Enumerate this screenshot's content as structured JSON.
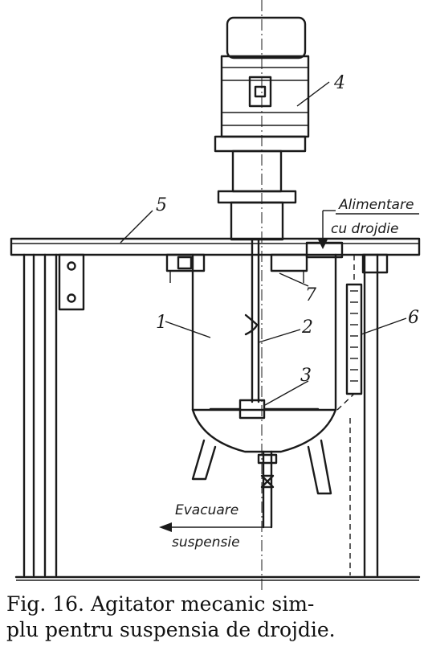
{
  "labels": {
    "motor": "4",
    "platform": "5",
    "tank": "1",
    "shaft": "2",
    "impeller": "3",
    "gauge": "6",
    "valve": "7"
  },
  "flows": {
    "inlet_line1": "Alimentare",
    "inlet_line2": "cu drojdie",
    "outlet_line1": "Evacuare",
    "outlet_line2": "suspensie"
  },
  "caption": {
    "line1": "Fig. 16. Agitator  mecanic  sim-",
    "line2": "plu pentru suspensia de drojdie."
  }
}
